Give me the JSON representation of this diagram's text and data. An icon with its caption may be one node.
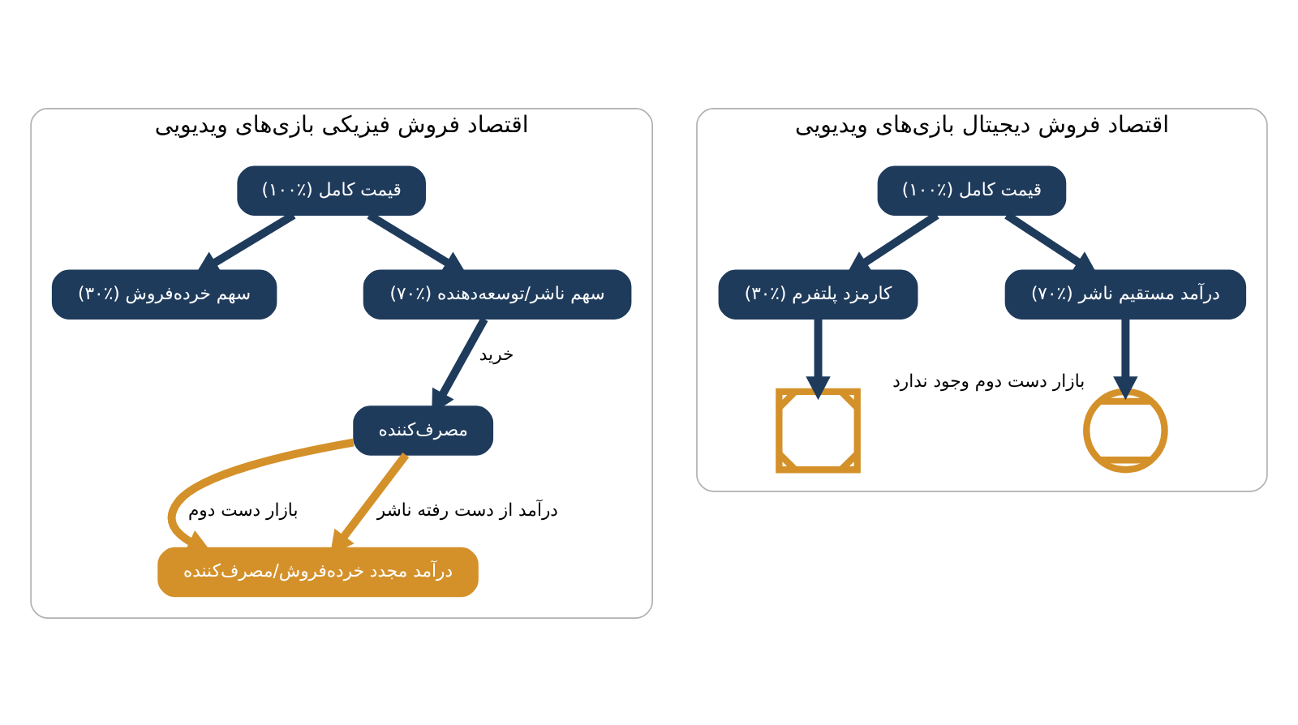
{
  "diagram": {
    "nodes": [
      {
        "text": [
          "اقتصاد فروش فیزیکی بازی‌های ویدیویی"
        ]
      },
      {
        "text": [
          "قیمت کامل (٪۱۰۰)"
        ],
        "in": 0
      },
      {
        "text": [
          "سهم خرده‌فروش (٪۳۰)"
        ],
        "in": 0
      },
      {
        "text": [
          "سهم ناشر/توسعه‌دهنده (٪۷۰)"
        ],
        "in": 0
      },
      {
        "text": [
          "مصرف‌کننده"
        ],
        "in": 0
      },
      {
        "text": [
          "درآمد مجدد خرده‌فروش/مصرف‌کننده"
        ],
        "in": 0
      },
      {
        "text": [
          "اقتصاد فروش دیجیتال بازی‌های ویدیویی"
        ]
      },
      {
        "text": [
          "قیمت کامل (٪۱۰۰)"
        ],
        "in": 6
      },
      {
        "text": [
          "کارمزد پلتفرم (٪۳۰)"
        ],
        "in": 6
      },
      {
        "text": [
          "درآمد مستقیم ناشر (٪۷۰)"
        ],
        "in": 6
      },
      {
        "text": [],
        "shape": "cross",
        "in": 6
      },
      {
        "text": [],
        "shape": "circle",
        "in": 6,
        "beside": [
          "بازار دست دوم وجود ندارد"
        ]
      }
    ],
    "edges": [
      {
        "from": 1,
        "to": 2,
        "arrow": "to"
      },
      {
        "from": 1,
        "to": 3,
        "arrow": "to"
      },
      {
        "from": 3,
        "to": 4,
        "arrow": "to",
        "label": "خرید"
      },
      {
        "from": 4,
        "to": 5,
        "arrow": "to",
        "color": "#d4912a",
        "label": "بازار دست دوم"
      },
      {
        "from": 4,
        "to": 5,
        "arrow": "to",
        "color": "#d4912a",
        "label": "درآمد از دست رفته ناشر"
      },
      {
        "from": 7,
        "to": 8,
        "arrow": "to"
      },
      {
        "from": 7,
        "to": 9,
        "arrow": "to"
      },
      {
        "from": 8,
        "to": 10,
        "arrow": "to"
      },
      {
        "from": 9,
        "to": 11,
        "arrow": "to"
      }
    ]
  }
}
